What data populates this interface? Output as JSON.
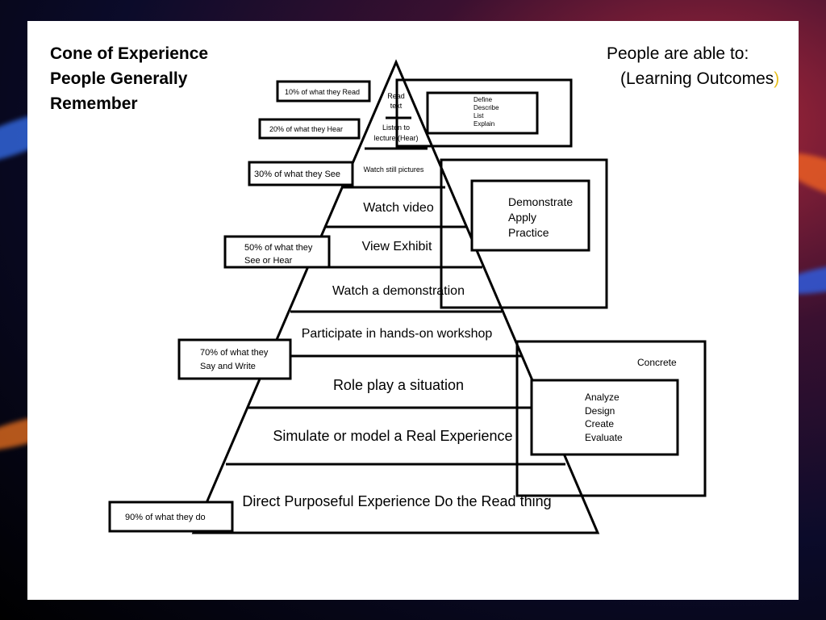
{
  "title_left": [
    "Cone of Experience",
    "People Generally",
    "Remember"
  ],
  "title_right": {
    "line1": "People are able to:",
    "line2_text": "(Learning Outcomes",
    "line2_paren": ")"
  },
  "cone_levels": [
    [
      "Read",
      "text"
    ],
    [
      "Listen to",
      "lecture (Hear)"
    ],
    [
      "Watch still pictures"
    ],
    [
      "Watch video"
    ],
    [
      "View Exhibit"
    ],
    [
      "Watch a demonstration"
    ],
    [
      "Participate in hands-on workshop"
    ],
    [
      "Role play a situation"
    ],
    [
      "Simulate or model a Real Experience"
    ],
    [
      "Direct Purposeful Experience Do the Read thing"
    ]
  ],
  "retention_labels": [
    [
      "10% of what they Read"
    ],
    [
      "20% of what they Hear"
    ],
    [
      "30% of what they See"
    ],
    [
      "50% of what they",
      "See or Hear"
    ],
    [
      "70% of what they",
      "Say and Write"
    ],
    [
      "90% of what they do"
    ]
  ],
  "outcomes": {
    "group1": [
      "Define",
      "Describe",
      "List",
      "Explain"
    ],
    "group2": [
      "Demonstrate",
      "Apply",
      "Practice"
    ],
    "group3": [
      "Analyze",
      "Design",
      "Create",
      "Evaluate"
    ],
    "concrete": "Concrete"
  },
  "colors": {
    "background": "#0b0b2a",
    "slide": "#ffffff",
    "ink": "#000000",
    "paren": "#e8c020"
  }
}
